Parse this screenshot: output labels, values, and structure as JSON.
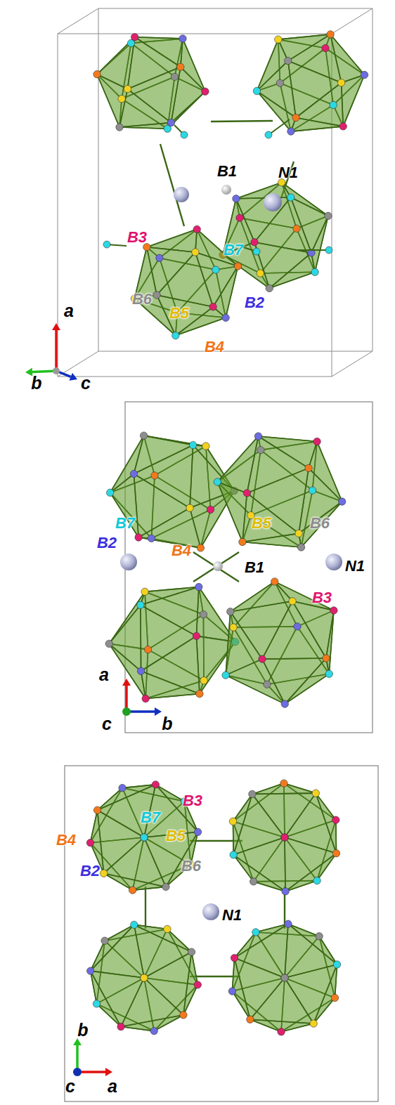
{
  "diagram": {
    "labels": [
      "B1",
      "N1",
      "B3",
      "B7",
      "B5",
      "B6",
      "B2",
      "B4",
      "a",
      "b",
      "c",
      "B7",
      "B2",
      "B4",
      "B5",
      "B6",
      "B1",
      "N1",
      "B3",
      "a",
      "c",
      "b",
      "B3",
      "B4",
      "B7",
      "B5",
      "B6",
      "B2",
      "N1",
      "b",
      "c",
      "a"
    ]
  }
}
